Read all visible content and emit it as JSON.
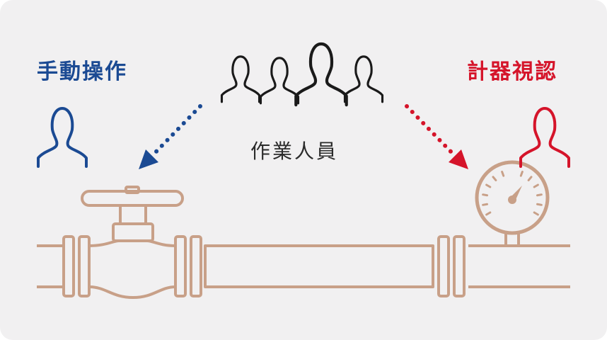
{
  "labels": {
    "manual_operation": "手動操作",
    "gauge_reading": "計器視認",
    "workers": "作業人員"
  },
  "colors": {
    "background": "#f1f0f1",
    "manual_blue": "#1b4a93",
    "gauge_red": "#d5142a",
    "pipe_brown": "#c8a088",
    "person_black": "#1a1a1a",
    "text_dark": "#2b2b2b"
  },
  "icons": [
    "person-icon",
    "valve-icon",
    "pressure-gauge-icon",
    "pipe-icon",
    "arrow-icon"
  ]
}
